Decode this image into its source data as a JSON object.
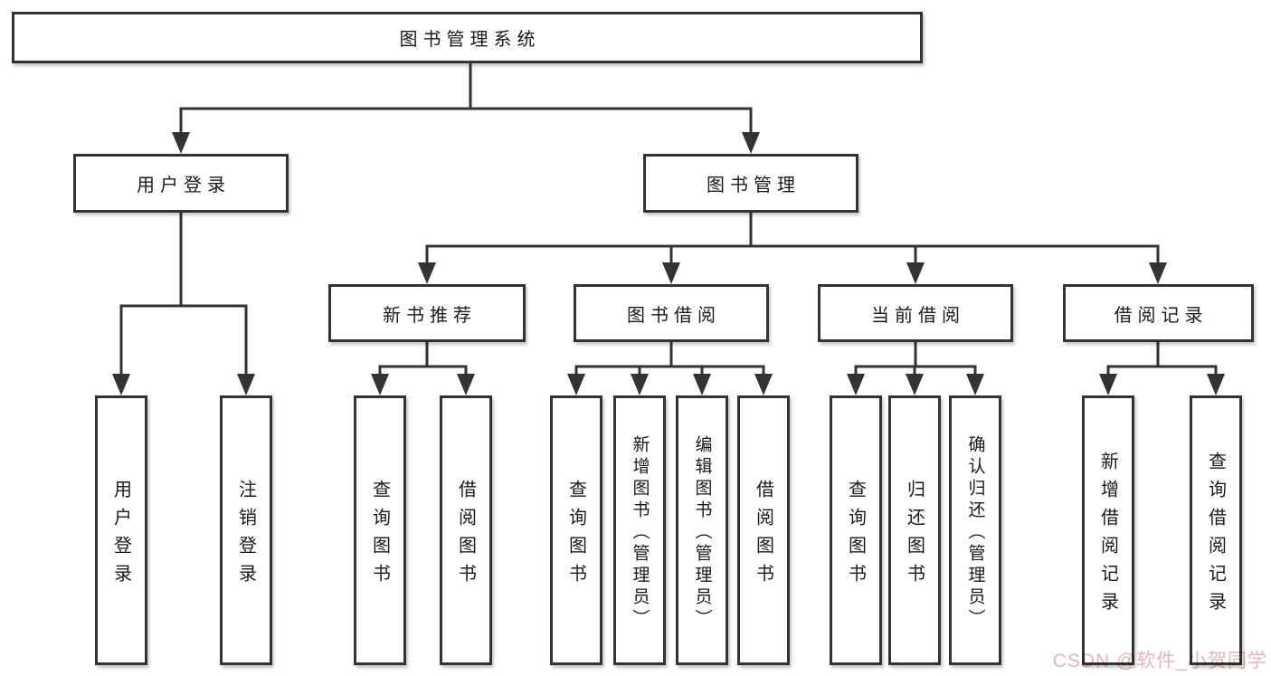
{
  "nodes": {
    "root": {
      "label": "图书管理系统"
    },
    "user_login": {
      "label": "用户登录"
    },
    "book_mgmt": {
      "label": "图书管理"
    },
    "new_book_rec": {
      "label": "新书推荐"
    },
    "book_borrow": {
      "label": "图书借阅"
    },
    "current_borrow": {
      "label": "当前借阅"
    },
    "borrow_record": {
      "label": "借阅记录"
    },
    "leaf_user_login": {
      "label": "用户登录"
    },
    "leaf_logout": {
      "label": "注销登录"
    },
    "leaf_query_book_1": {
      "label": "查询图书"
    },
    "leaf_borrow_book_1": {
      "label": "借阅图书"
    },
    "leaf_query_book_2": {
      "label": "查询图书"
    },
    "leaf_add_book": {
      "label": "新增图书（管理员）"
    },
    "leaf_edit_book": {
      "label": "编辑图书（管理员）"
    },
    "leaf_borrow_book_2": {
      "label": "借阅图书"
    },
    "leaf_query_book_3": {
      "label": "查询图书"
    },
    "leaf_return_book": {
      "label": "归还图书"
    },
    "leaf_confirm_return": {
      "label": "确认归还（管理员）"
    },
    "leaf_add_record": {
      "label": "新增借阅记录"
    },
    "leaf_query_record": {
      "label": "查询借阅记录"
    }
  },
  "colors": {
    "line": "#333333",
    "box_border": "#333333",
    "text": "#1a1a1a",
    "watermark": "#e5b6b6",
    "background": "#ffffff"
  },
  "watermark": {
    "text": "CSDN @软件_小贺同学"
  }
}
